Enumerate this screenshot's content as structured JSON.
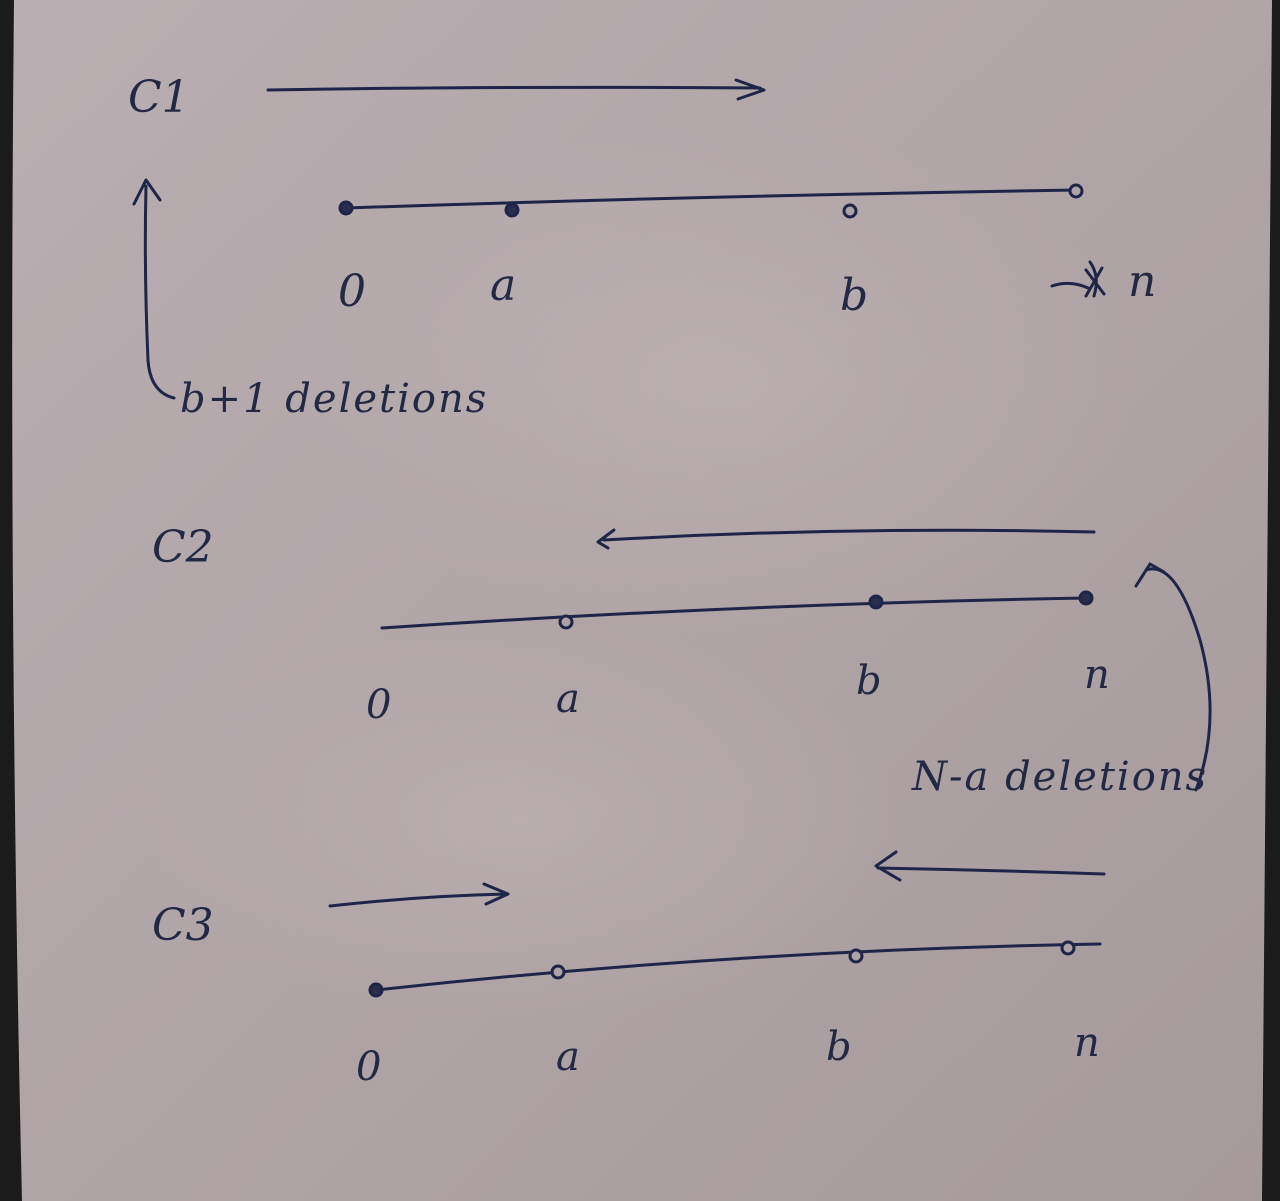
{
  "diagram": {
    "cases": [
      {
        "label": "C1",
        "points": [
          "0",
          "a",
          "b",
          "n"
        ],
        "note": "b+1 deletions"
      },
      {
        "label": "C2",
        "points": [
          "0",
          "a",
          "b",
          "n"
        ],
        "note": "N-a deletions"
      },
      {
        "label": "C3",
        "points": [
          "0",
          "a",
          "b",
          "n"
        ],
        "note": ""
      }
    ]
  },
  "colors": {
    "paper": "#b3a9ab",
    "ink": "#1f2547",
    "binding_shadow": "#1b1b1b"
  }
}
